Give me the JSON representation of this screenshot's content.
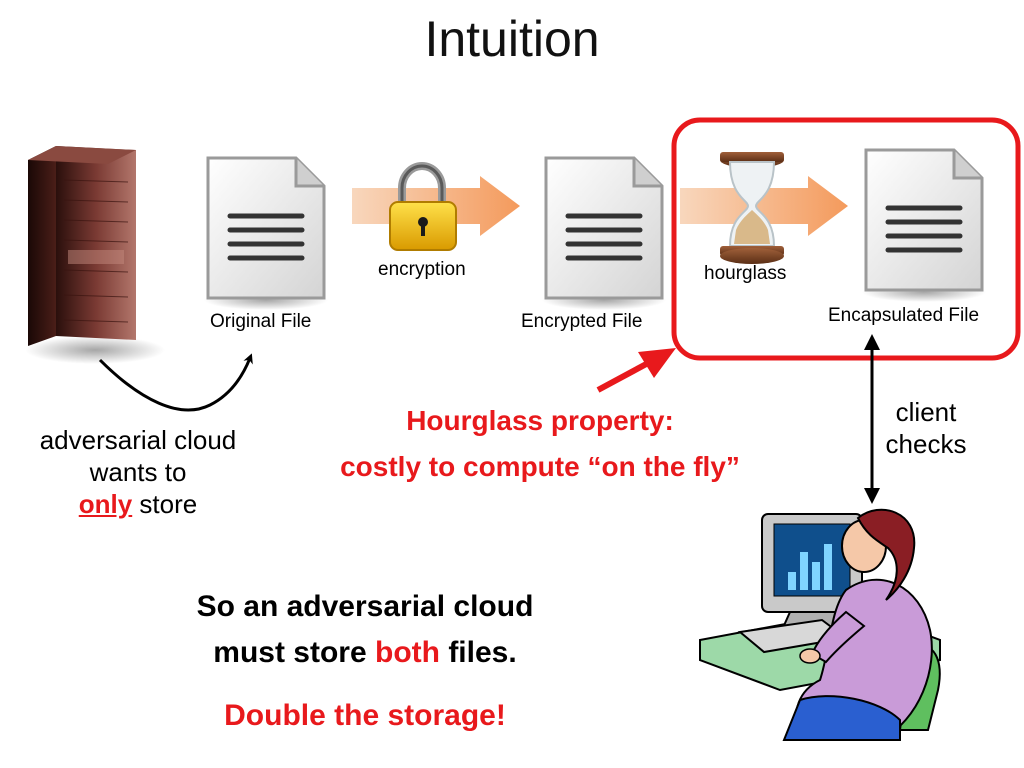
{
  "slide": {
    "title": "Intuition"
  },
  "pipeline": {
    "original_file_label": "Original File",
    "encryption_label": "encryption",
    "encrypted_file_label": "Encrypted File",
    "hourglass_label": "hourglass",
    "encapsulated_file_label": "Encapsulated File"
  },
  "callout": {
    "line1": "Hourglass property:",
    "line2": "costly to compute “on the fly”"
  },
  "cloud": {
    "line1": "adversarial cloud",
    "line2": "wants to",
    "line3_emph": "only",
    "line3_rest": " store"
  },
  "client": {
    "line1": "client",
    "line2": "checks"
  },
  "conclusion": {
    "line1": "So an adversarial cloud",
    "line2_pre": "must store ",
    "line2_emph": "both",
    "line2_post": " files.",
    "line3": "Double the storage!"
  },
  "colors": {
    "accent_red": "#e8191c",
    "arrow_orange": "#f6a46a"
  },
  "icons": [
    "server-icon",
    "document-icon",
    "padlock-icon",
    "hourglass-icon",
    "person-at-computer-icon"
  ]
}
